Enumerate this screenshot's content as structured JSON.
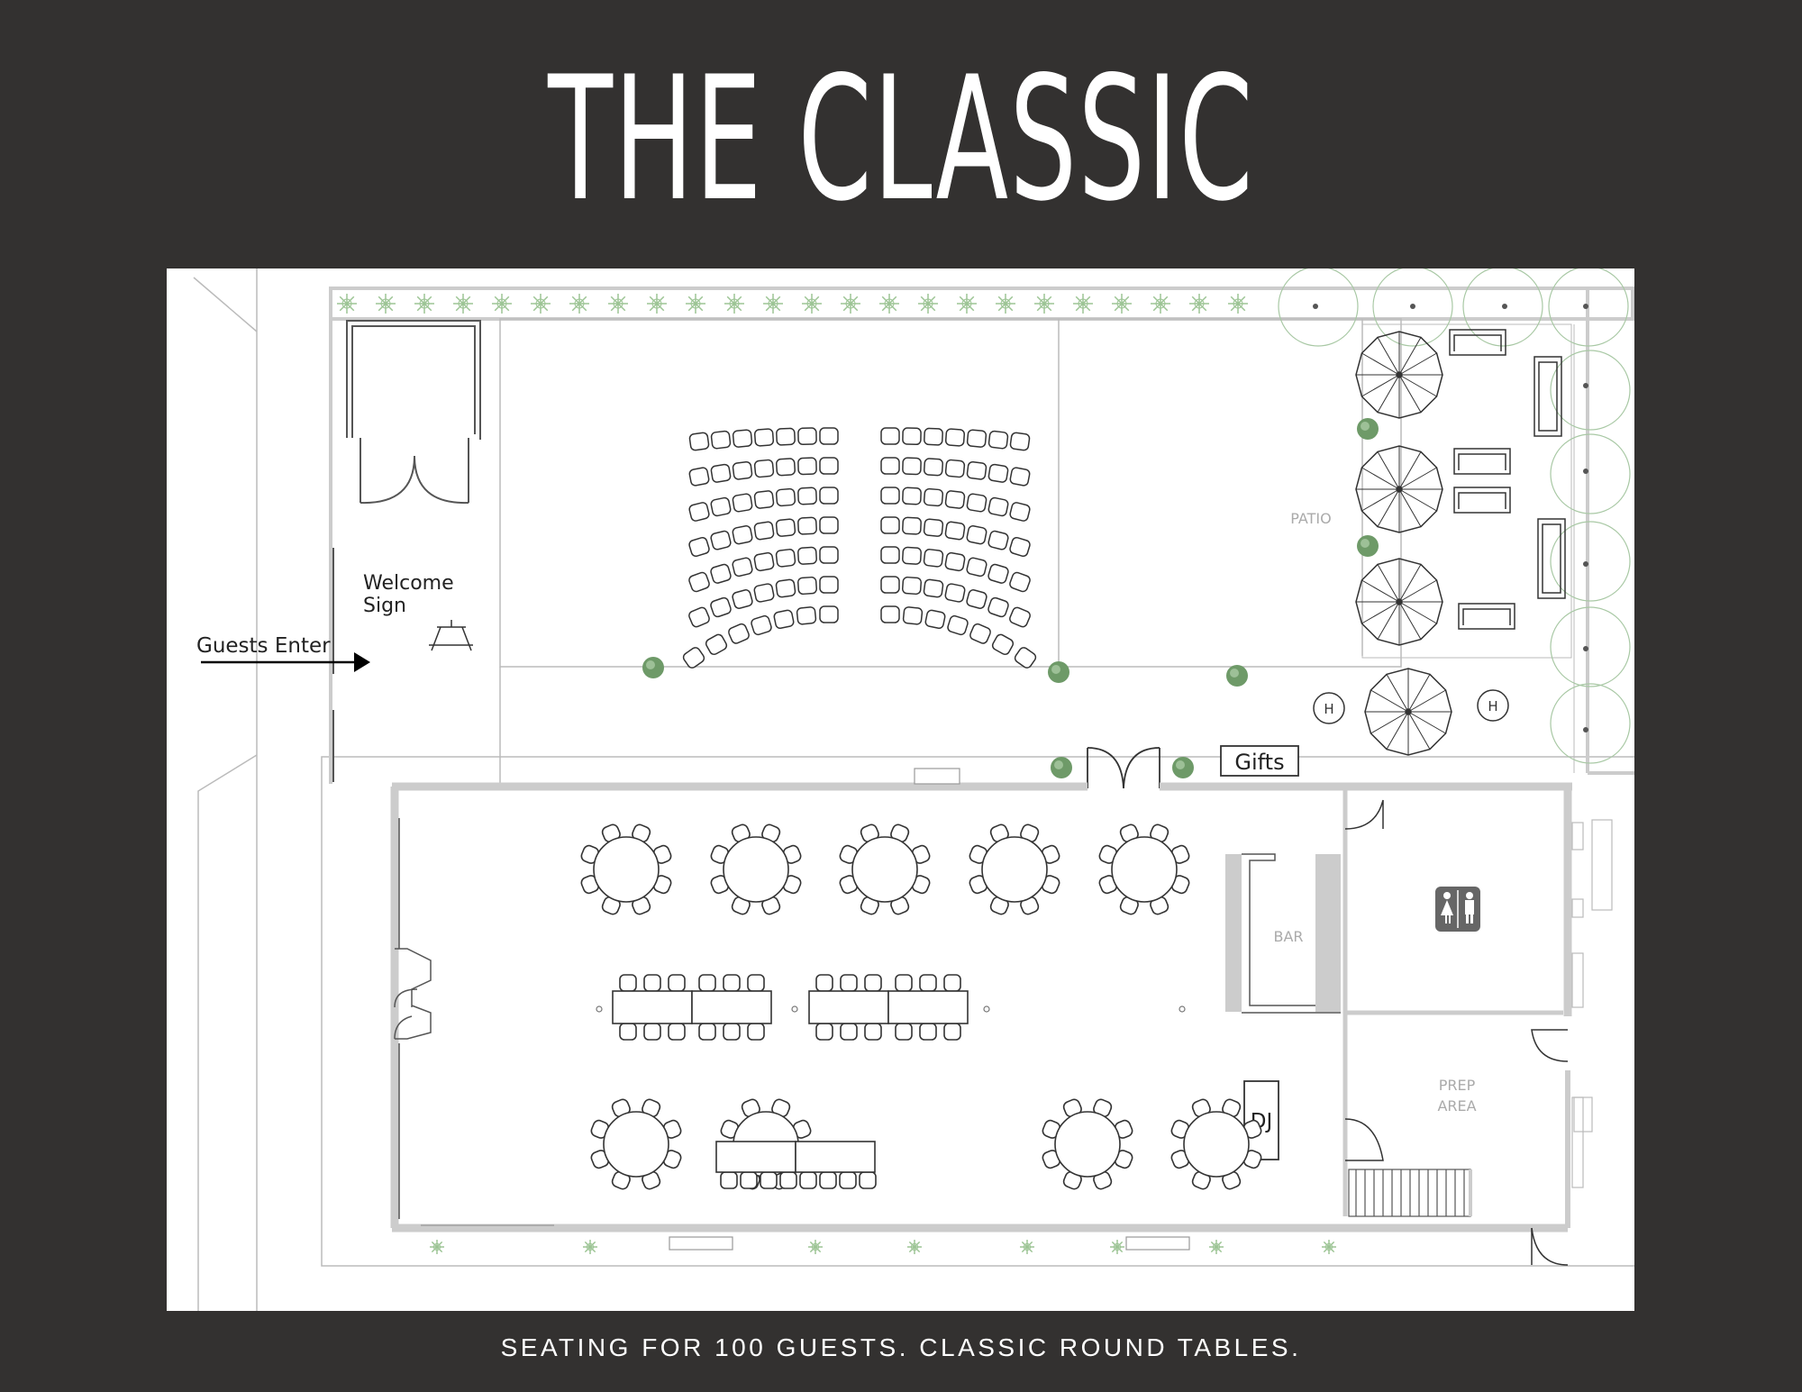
{
  "title": "THE CLASSIC",
  "caption": "SEATING FOR 100 GUESTS. CLASSIC ROUND TABLES.",
  "labels": {
    "welcome_line1": "Welcome",
    "welcome_line2": "Sign",
    "guests_enter": "Guests Enter",
    "gifts": "Gifts",
    "patio": "PATIO",
    "bar": "BAR",
    "prep_line1": "PREP",
    "prep_line2": "AREA",
    "dj": "DJ",
    "heater": "H"
  },
  "colors": {
    "background": "#333130",
    "plan_background": "#ffffff",
    "wall": "#cccccc",
    "tree": "#6e9a68",
    "shrub": "#9cc494",
    "furniture_line": "#333333"
  }
}
